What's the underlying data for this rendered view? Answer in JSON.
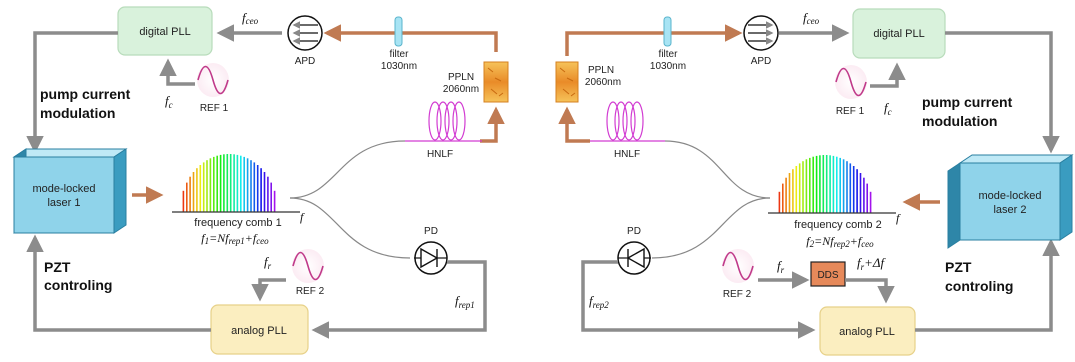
{
  "left": {
    "digital_pll": "digital PLL",
    "apd": "APD",
    "filter_line1": "filter",
    "filter_line2": "1030nm",
    "ppln_line1": "PPLN",
    "ppln_line2": "2060nm",
    "hnlf": "HNLF",
    "pump_line1": "pump current",
    "pump_line2": "modulation",
    "ref1": "REF 1",
    "fc": "fc",
    "fceo": "fceo",
    "laser_line1": "mode-locked",
    "laser_line2": "laser  1",
    "comb_label": "frequency comb  1",
    "comb_formula": "f1=Nfrep1+fceo",
    "f_axis": "f",
    "pzt_line1": "PZT",
    "pzt_line2": "controling",
    "ref2": "REF 2",
    "fr": "fr",
    "pd": "PD",
    "frep": "frep1",
    "analog_pll": "analog PLL"
  },
  "right": {
    "digital_pll": "digital PLL",
    "apd": "APD",
    "filter_line1": "filter",
    "filter_line2": "1030nm",
    "ppln_line1": "PPLN",
    "ppln_line2": "2060nm",
    "hnlf": "HNLF",
    "pump_line1": "pump current",
    "pump_line2": "modulation",
    "ref1": "REF 1",
    "fc": "fc",
    "fceo": "fceo",
    "laser_line1": "mode-locked",
    "laser_line2": "laser  2",
    "comb_label": "frequency comb  2",
    "comb_formula": "f2=Nfrep2+fceo",
    "f_axis": "f",
    "pzt_line1": "PZT",
    "pzt_line2": "controling",
    "ref2": "REF 2",
    "fr": "fr",
    "fr_delta": "fr+Δf",
    "dds": "DDS",
    "pd": "PD",
    "frep": "frep2",
    "analog_pll": "analog PLL"
  },
  "colors": {
    "gray_arrow": "#8c8c8c",
    "brown_arrow": "#c07a52",
    "digital_pll_fill": "#d9f2dc",
    "analog_pll_fill": "#fbeec0",
    "laser_front": "#8fd3ea",
    "laser_side": "#3a9cc0",
    "ppln": "#f0a640",
    "dds": "#e6895a",
    "fiber": "#d23cd2",
    "ref_wave": "#c03a8a"
  }
}
